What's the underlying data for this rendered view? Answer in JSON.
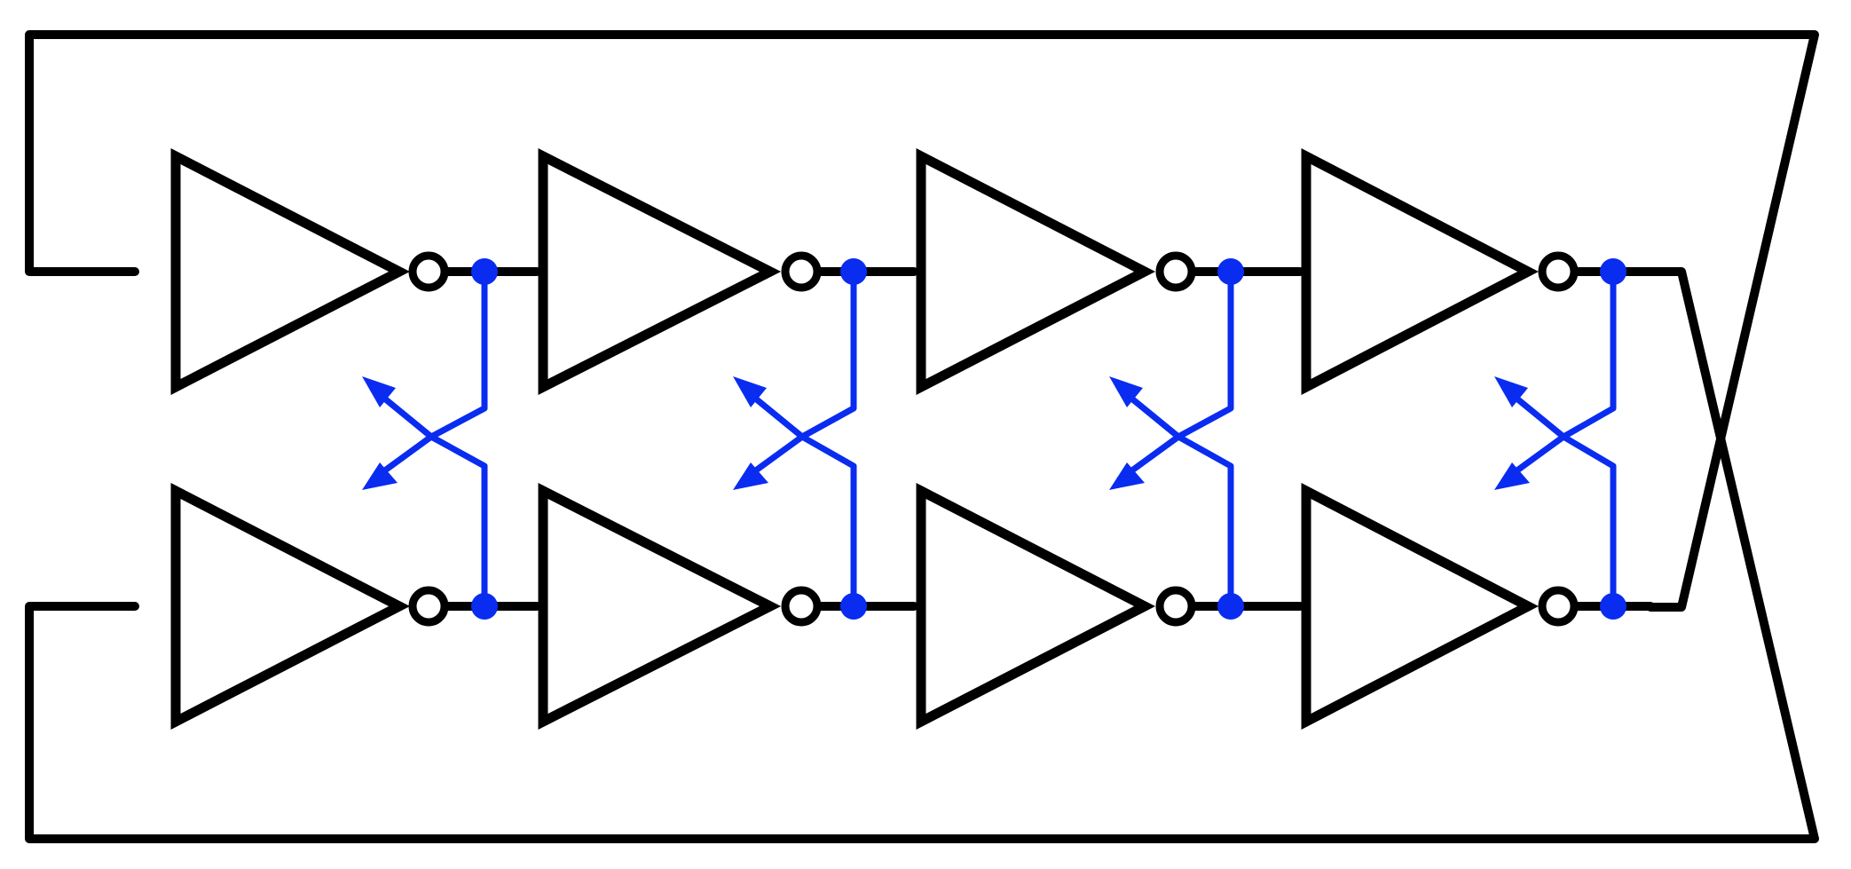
{
  "diagram": {
    "stages": 4,
    "differential_rows": [
      "top",
      "bottom"
    ],
    "wire_color": "#000000",
    "coupling_color": "#0a2cf0",
    "stage_elements": [
      "inverter-top",
      "inverter-bottom",
      "output-node-top",
      "output-node-bottom",
      "variable-coupling-element"
    ],
    "feedback": "cross-coupled-loop"
  }
}
